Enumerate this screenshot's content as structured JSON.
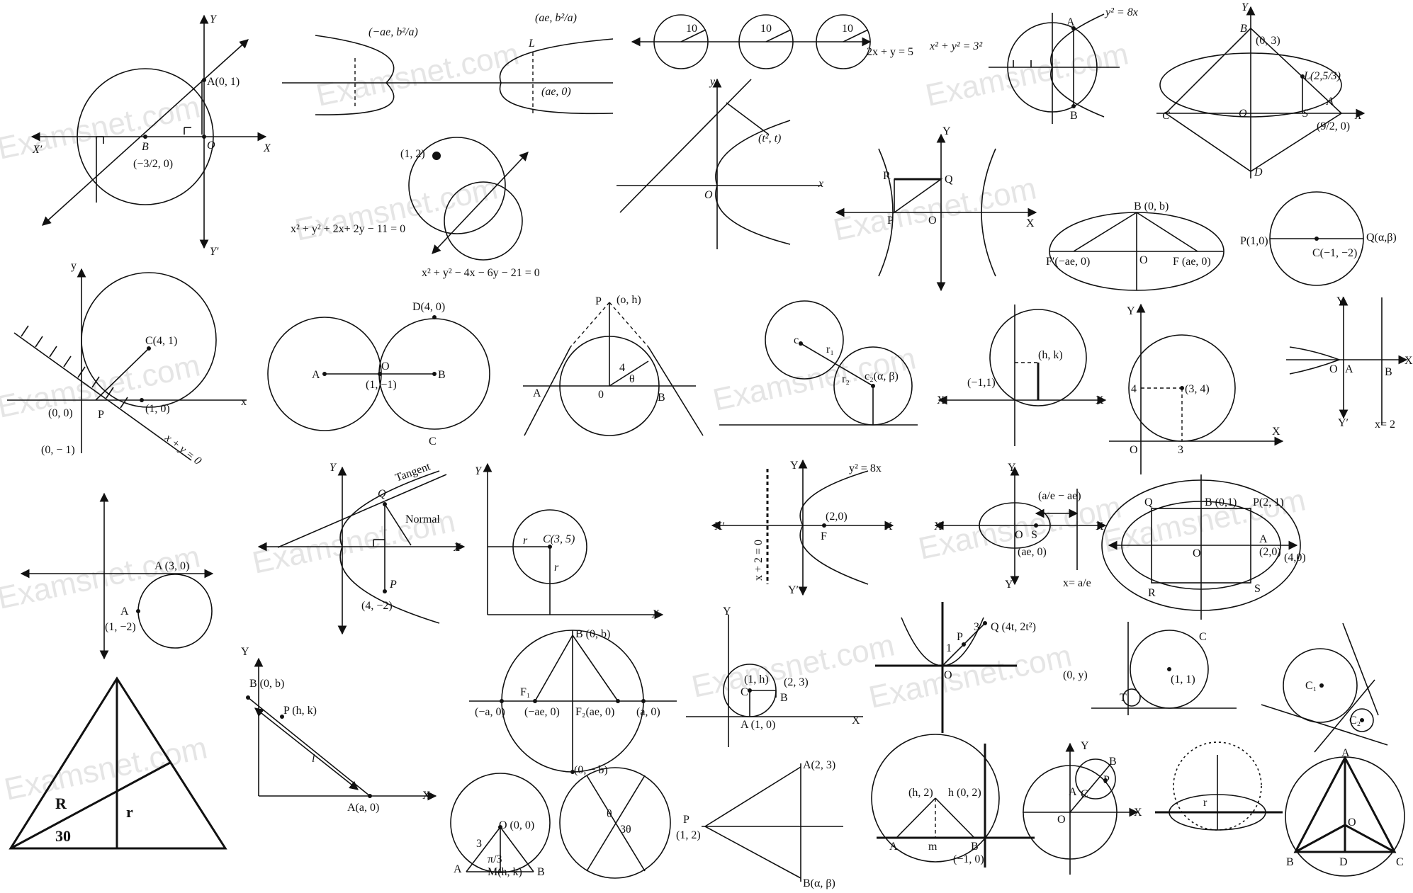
{
  "watermark": "Examsnet.com",
  "panels": {
    "p1": {
      "Y": "Y",
      "A": "A(0, 1)",
      "X": "X",
      "Xp": "X′",
      "O": "O",
      "B": "B",
      "Bc": "(−3/2, 0)",
      "Yp": "Y′"
    },
    "p2": {
      "left_pt": "(−ae, b²/a)",
      "right_pt": "(ae, b²/a)",
      "L": "L",
      "ae": "(ae, 0)"
    },
    "p3": {
      "r1": "10",
      "r2": "10",
      "r3": "10",
      "line": "2x + y = 5"
    },
    "p4": {
      "circle": "x² + y² = 3²",
      "A": "A",
      "parab": "y² = 8x",
      "B": "B"
    },
    "p5": {
      "Y": "Y",
      "B": "B",
      "B03": "(0, 3)",
      "L": "L(2,5/3)",
      "C": "C",
      "O": "O",
      "S": "S",
      "A": "A",
      "X": "X",
      "pt": "(9/2, 0)",
      "D": "D"
    },
    "p6": {
      "pt": "(1, 2)",
      "eq1": "x² + y² + 2x+ 2y − 11 = 0",
      "eq2": "x² + y² − 4x − 6y − 21 = 0"
    },
    "p7": {
      "y": "y",
      "pt": "(t², t)",
      "O": "O",
      "x": "x"
    },
    "p8": {
      "Y": "Y",
      "R": "R",
      "Q": "Q",
      "P": "P",
      "O": "O",
      "X": "X"
    },
    "p9": {
      "B": "B (0, b)",
      "F1": "F′(−ae, 0)",
      "O": "O",
      "F": "F (ae, 0)"
    },
    "p10": {
      "P": "P(1,0)",
      "C": "C(−1, −2)",
      "Q": "Q(α,β)"
    },
    "p11": {
      "y": "y",
      "C": "C(4, 1)",
      "x": "x",
      "o": "(0, 0)",
      "P": "P",
      "p10": "(1, 0)",
      "m1": "(0, − 1)",
      "line": "x + y = 0"
    },
    "p12": {
      "D": "D(4, 0)",
      "A": "A",
      "O": "O",
      "B": "B",
      "pt": "(1, −1)",
      "C": "C"
    },
    "p13": {
      "P": "P",
      "ptop": "(o, h)",
      "four": "4",
      "theta": "θ",
      "A": "A",
      "zero": "0",
      "B": "B"
    },
    "p14": {
      "c1": "c₁",
      "r1": "r₁",
      "r2": "r₂",
      "c2": "c₂(α, β)"
    },
    "p15": {
      "hk": "(h, k)",
      "m11": "(−1,1)",
      "Xp": "X′",
      "X": "X"
    },
    "p16": {
      "Y": "Y",
      "four": "4",
      "c": "(3, 4)",
      "O": "O",
      "three": "3",
      "X": "X"
    },
    "p17": {
      "Y": "Y",
      "O": "O",
      "A": "A",
      "B": "B",
      "X": "X",
      "Yp": "Y′",
      "x2": "x= 2"
    },
    "p18": {
      "A": "A (3, 0)",
      "Al": "A",
      "pt": "(1, −2)"
    },
    "p19": {
      "Y": "Y",
      "Q": "Q",
      "tangent": "Tangent",
      "normal": "Normal",
      "X": "X",
      "P": "P",
      "pt": "(4, −2)"
    },
    "p20": {
      "Y": "Y",
      "r1": "r",
      "C": "C(3, 5)",
      "r2": "r",
      "X": "X"
    },
    "p21": {
      "Y": "Y",
      "parab": "y² = 8x",
      "Xp": "X′",
      "pt": "(2,0)",
      "X": "X",
      "F": "F",
      "dir": "x + 2 = 0",
      "Yp": "Y′"
    },
    "p22": {
      "Y": "Y",
      "frac": "(a/e − ae)",
      "Xp": "X′",
      "O": "O",
      "S": "S",
      "X": "X",
      "ae": "(ae, 0)",
      "Yp": "Y′",
      "dir": "x= a/e"
    },
    "p23": {
      "Q": "Q",
      "B": "B (0,1)",
      "P": "P(2, 1)",
      "O": "O",
      "A": "A",
      "a20": "(2,0)",
      "a40": "(4,0)",
      "R": "R",
      "S": "S"
    },
    "p24": {
      "R": "R",
      "r": "r",
      "angle": "30"
    },
    "p25": {
      "Y": "Y",
      "B": "B (0, b)",
      "P": "P (h, k)",
      "l": "l",
      "A": "A(a, 0)",
      "X": "X"
    },
    "p26": {
      "B": "B (0, b)",
      "F1": "F₁",
      "ma": "(−a, 0)",
      "mae": "(−ae, 0)",
      "F2": "F₂(ae, 0)",
      "a": "(a, 0)",
      "mb": "(0, − b)"
    },
    "p27": {
      "Y": "Y",
      "C": "C",
      "c1h": "(1, h)",
      "p23": "(2, 3)",
      "B": "B",
      "A": "A (1, 0)",
      "X": "X"
    },
    "p28": {
      "three": "3",
      "P": "P",
      "Q": "Q (4t, 2t²)",
      "one": "1",
      "O": "O"
    },
    "p29": {
      "C": "C",
      "oy": "(0, y)",
      "T": "T",
      "c11": "(1, 1)"
    },
    "p30": {
      "C1": "C₁",
      "C2": "C₂"
    },
    "p31": {
      "O": "O (0, 0)",
      "three": "3",
      "pi3": "π/3",
      "A": "A",
      "M": "M(h, k)",
      "B": "B"
    },
    "p32": {
      "theta": "θ",
      "three_theta": "3θ"
    },
    "p33": {
      "A": "A(2, 3)",
      "P": "P",
      "pt": "(1, 2)",
      "B": "B(α, β)"
    },
    "p34": {
      "h2": "(h, 2)",
      "h02": "h (0, 2)",
      "A": "A",
      "m": "m",
      "B": "B",
      "m10": "(−1, 0)"
    },
    "p35": {
      "Y": "Y",
      "B": "B",
      "P": "P",
      "A": "A",
      "C": "C",
      "O": "O",
      "X": "X"
    },
    "p36": {
      "r": "r"
    },
    "p37": {
      "A": "A",
      "O": "O",
      "B": "B",
      "D": "D",
      "C": "C"
    }
  }
}
